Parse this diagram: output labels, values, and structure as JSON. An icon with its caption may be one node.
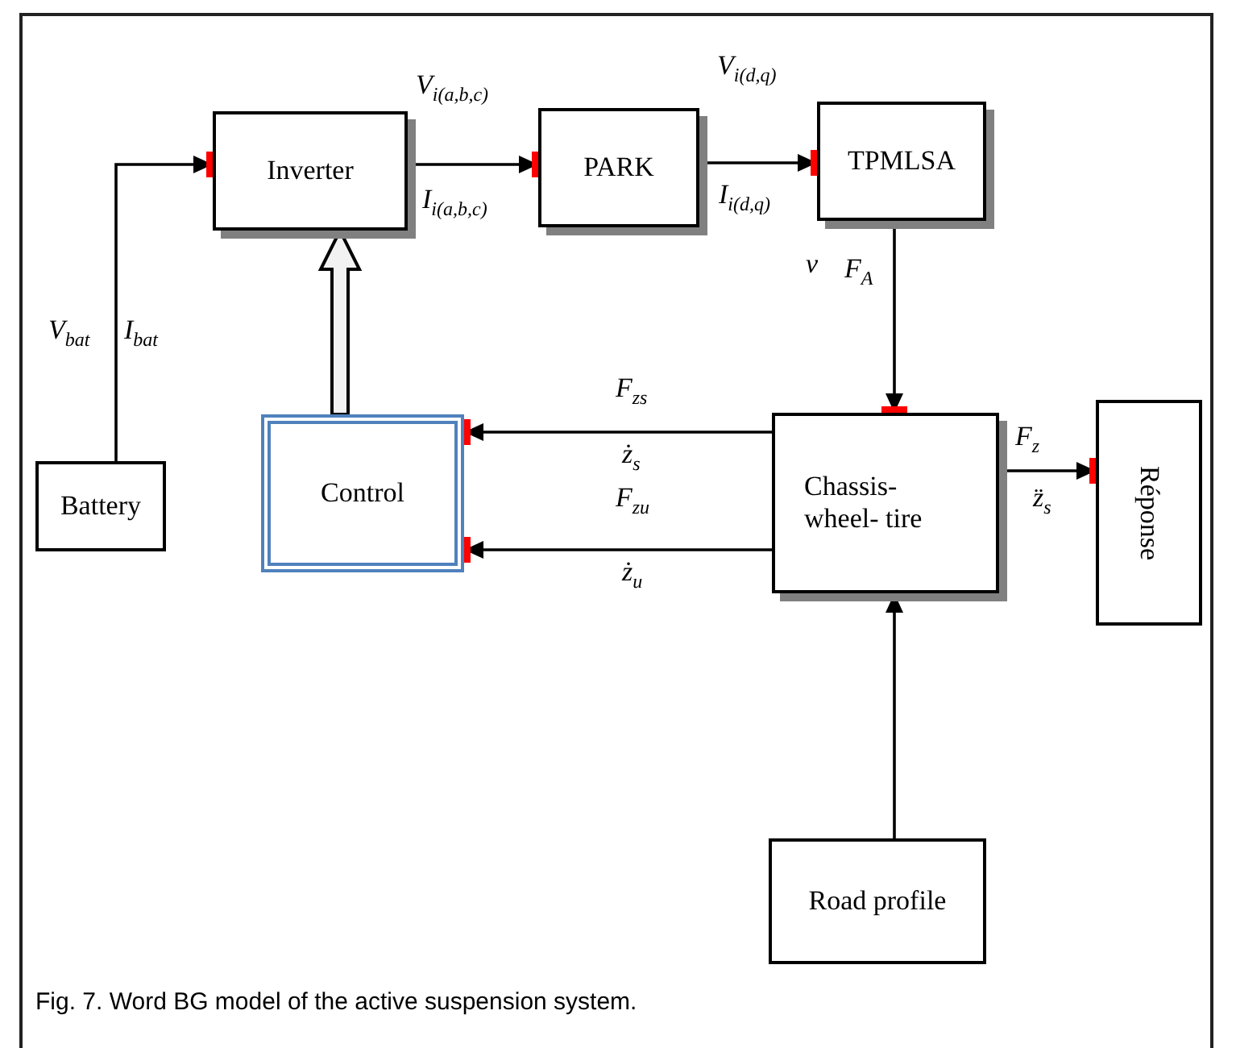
{
  "diagram": {
    "caption": "Fig. 7. Word BG model of the active suspension system.",
    "nodes": [
      {
        "text": [
          "Inverter"
        ]
      },
      {
        "text": [
          "PARK"
        ]
      },
      {
        "text": [
          "TPMLSA"
        ]
      },
      {
        "text": [
          "Battery"
        ]
      },
      {
        "text": [
          "Control"
        ]
      },
      {
        "text": [
          "Chassis- wheel- tire"
        ]
      },
      {
        "text": [
          "Réponse"
        ]
      },
      {
        "text": [
          "Road profile"
        ]
      }
    ],
    "edges": [
      {
        "from": 3,
        "to": 0,
        "arrow": "to"
      },
      {
        "from": 0,
        "to": 1,
        "arrow": "to"
      },
      {
        "from": 1,
        "to": 2,
        "arrow": "to"
      },
      {
        "from": 2,
        "to": 5,
        "arrow": "to"
      },
      {
        "from": 4,
        "to": 0,
        "arrow": "to",
        "style": "thick"
      },
      {
        "from": 5,
        "to": 4,
        "arrow": "to"
      },
      {
        "from": 5,
        "to": 4,
        "arrow": "to"
      },
      {
        "from": 5,
        "to": 6,
        "arrow": "to"
      },
      {
        "from": 7,
        "to": 5,
        "arrow": "to"
      }
    ],
    "labels": [
      "V$_{i(a,b,c)}$",
      "V$_{i(d,q)}$",
      "I$_{i(a,b,c)}$",
      "I$_{i(d,q)}$",
      "V$_{bat}$",
      "I$_{bat}$",
      "v",
      "F$_{A}$",
      "F$_{zs}$",
      "ż$_{s}$",
      "F$_{z}$",
      "F$_{zu}$",
      "z̈$_{s}$",
      "ż$_{u}$"
    ]
  }
}
